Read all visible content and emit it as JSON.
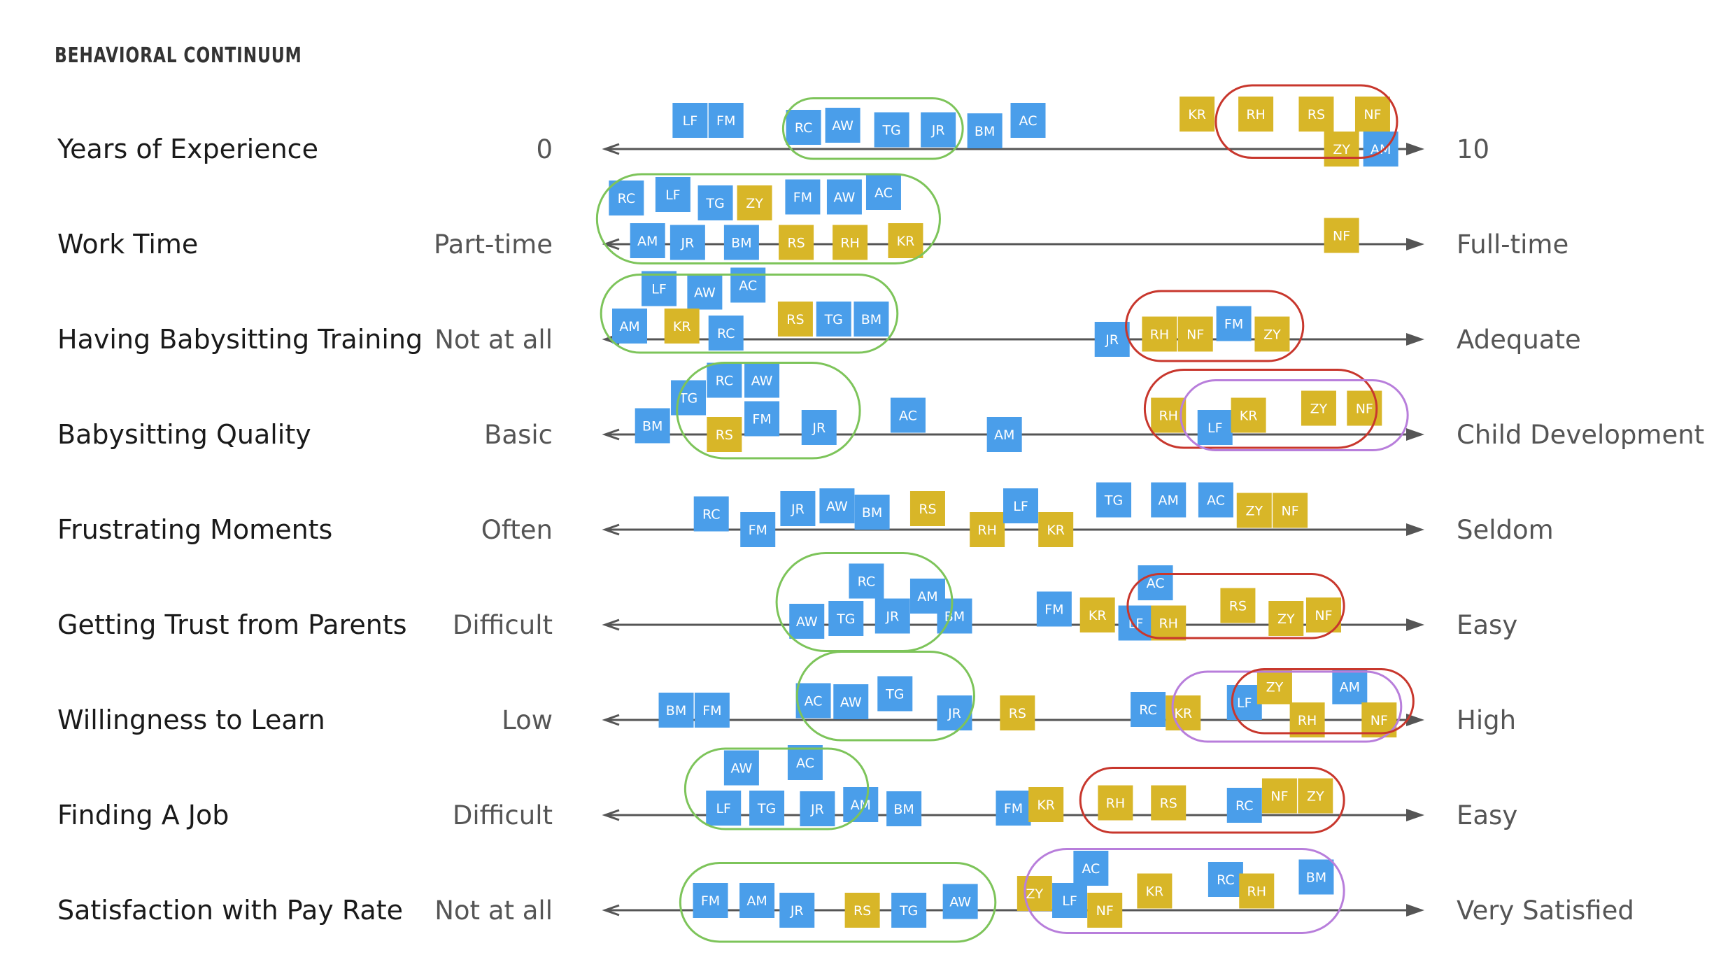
{
  "title": "BEHAVIORAL CONTINUUM",
  "colors": {
    "blue": "#4A9EEA",
    "yellow": "#D8B628",
    "green": "#7DC45A",
    "red": "#C8372D",
    "purple": "#B87EDB",
    "axis": "#555555"
  },
  "rows": [
    {
      "label": "Years of Experience",
      "left": "0",
      "right": "10",
      "tokens": [
        [
          "LF",
          0.104,
          -0.82,
          "b"
        ],
        [
          "FM",
          0.148,
          -0.82,
          "b"
        ],
        [
          "RC",
          0.243,
          -0.62,
          "b"
        ],
        [
          "AW",
          0.291,
          -0.68,
          "b"
        ],
        [
          "TG",
          0.351,
          -0.55,
          "b"
        ],
        [
          "JR",
          0.408,
          -0.55,
          "b"
        ],
        [
          "BM",
          0.465,
          -0.52,
          "b"
        ],
        [
          "AC",
          0.518,
          -0.82,
          "b"
        ],
        [
          "KR",
          0.725,
          -1.0,
          "y"
        ],
        [
          "RH",
          0.797,
          -1.0,
          "y"
        ],
        [
          "RS",
          0.871,
          -1.0,
          "y"
        ],
        [
          "NF",
          0.94,
          -1.0,
          "y"
        ],
        [
          "ZY",
          0.902,
          0.0,
          "y"
        ],
        [
          "AM",
          0.95,
          0.0,
          "b"
        ]
      ],
      "groups": [
        [
          0.218,
          0.438,
          -1.45,
          0.28,
          "g"
        ],
        [
          0.748,
          0.97,
          -1.82,
          0.25,
          "r"
        ]
      ]
    },
    {
      "label": "Work Time",
      "left": "Part-time",
      "right": "Full-time",
      "tokens": [
        [
          "RC",
          0.026,
          -1.32,
          "b"
        ],
        [
          "LF",
          0.083,
          -1.42,
          "b"
        ],
        [
          "TG",
          0.135,
          -1.18,
          "b"
        ],
        [
          "ZY",
          0.183,
          -1.18,
          "y"
        ],
        [
          "FM",
          0.242,
          -1.35,
          "b"
        ],
        [
          "AW",
          0.293,
          -1.35,
          "b"
        ],
        [
          "AC",
          0.341,
          -1.48,
          "b"
        ],
        [
          "AM",
          0.052,
          -0.1,
          "b"
        ],
        [
          "JR",
          0.101,
          -0.05,
          "b"
        ],
        [
          "BM",
          0.167,
          -0.05,
          "b"
        ],
        [
          "RS",
          0.234,
          -0.05,
          "y"
        ],
        [
          "RH",
          0.3,
          -0.05,
          "y"
        ],
        [
          "KR",
          0.368,
          -0.1,
          "y"
        ],
        [
          "NF",
          0.902,
          -0.25,
          "y"
        ]
      ],
      "groups": [
        [
          -0.01,
          0.41,
          -2.0,
          0.55,
          "g"
        ]
      ]
    },
    {
      "label": "Having Babysitting Training",
      "left": "Not at all",
      "right": "Adequate",
      "tokens": [
        [
          "LF",
          0.066,
          -1.45,
          "b"
        ],
        [
          "AW",
          0.122,
          -1.35,
          "b"
        ],
        [
          "AC",
          0.175,
          -1.55,
          "b"
        ],
        [
          "AM",
          0.03,
          -0.38,
          "b"
        ],
        [
          "KR",
          0.094,
          -0.38,
          "y"
        ],
        [
          "RC",
          0.148,
          -0.18,
          "b"
        ],
        [
          "RS",
          0.233,
          -0.58,
          "y"
        ],
        [
          "TG",
          0.28,
          -0.58,
          "b"
        ],
        [
          "BM",
          0.326,
          -0.58,
          "b"
        ],
        [
          "JR",
          0.621,
          0.0,
          "b"
        ],
        [
          "RH",
          0.679,
          -0.15,
          "y"
        ],
        [
          "NF",
          0.723,
          -0.15,
          "y"
        ],
        [
          "FM",
          0.77,
          -0.45,
          "b"
        ],
        [
          "ZY",
          0.817,
          -0.15,
          "y"
        ]
      ],
      "groups": [
        [
          -0.005,
          0.358,
          -1.85,
          0.38,
          "g"
        ],
        [
          0.638,
          0.855,
          -1.38,
          0.62,
          "r"
        ]
      ]
    },
    {
      "label": "Babysitting Quality",
      "left": "Basic",
      "right": "Child Development",
      "tokens": [
        [
          "BM",
          0.058,
          -0.25,
          "b"
        ],
        [
          "TG",
          0.102,
          -1.05,
          "b"
        ],
        [
          "RC",
          0.146,
          -1.55,
          "b"
        ],
        [
          "AW",
          0.192,
          -1.55,
          "b"
        ],
        [
          "RS",
          0.146,
          0.0,
          "y"
        ],
        [
          "FM",
          0.192,
          -0.45,
          "b"
        ],
        [
          "JR",
          0.262,
          -0.2,
          "b"
        ],
        [
          "AC",
          0.371,
          -0.55,
          "b"
        ],
        [
          "AM",
          0.489,
          0.0,
          "b"
        ],
        [
          "RH",
          0.69,
          -0.55,
          "y"
        ],
        [
          "LF",
          0.747,
          -0.2,
          "b"
        ],
        [
          "KR",
          0.788,
          -0.55,
          "y"
        ],
        [
          "ZY",
          0.874,
          -0.75,
          "y"
        ],
        [
          "NF",
          0.93,
          -0.75,
          "y"
        ]
      ],
      "groups": [
        [
          0.088,
          0.312,
          -2.05,
          0.68,
          "g"
        ],
        [
          0.661,
          0.945,
          -1.85,
          0.38,
          "r"
        ],
        [
          0.705,
          0.983,
          -1.55,
          0.45,
          "p"
        ]
      ]
    },
    {
      "label": "Frustrating Moments",
      "left": "Often",
      "right": "Seldom",
      "tokens": [
        [
          "RC",
          0.13,
          -0.45,
          "b"
        ],
        [
          "FM",
          0.187,
          0.0,
          "b"
        ],
        [
          "JR",
          0.236,
          -0.6,
          "b"
        ],
        [
          "AW",
          0.284,
          -0.68,
          "b"
        ],
        [
          "BM",
          0.327,
          -0.5,
          "b"
        ],
        [
          "RS",
          0.395,
          -0.6,
          "y"
        ],
        [
          "RH",
          0.468,
          0.0,
          "y"
        ],
        [
          "LF",
          0.509,
          -0.68,
          "b"
        ],
        [
          "KR",
          0.552,
          0.0,
          "y"
        ],
        [
          "TG",
          0.623,
          -0.85,
          "b"
        ],
        [
          "AM",
          0.69,
          -0.85,
          "b"
        ],
        [
          "AC",
          0.748,
          -0.85,
          "b"
        ],
        [
          "ZY",
          0.795,
          -0.55,
          "y"
        ],
        [
          "NF",
          0.839,
          -0.55,
          "y"
        ]
      ],
      "groups": []
    },
    {
      "label": "Getting Trust from Parents",
      "left": "Difficult",
      "right": "Easy",
      "tokens": [
        [
          "AW",
          0.247,
          -0.1,
          "b"
        ],
        [
          "TG",
          0.295,
          -0.18,
          "b"
        ],
        [
          "RC",
          0.32,
          -1.25,
          "b"
        ],
        [
          "JR",
          0.352,
          -0.25,
          "b"
        ],
        [
          "AM",
          0.395,
          -0.82,
          "b"
        ],
        [
          "BM",
          0.428,
          -0.25,
          "b"
        ],
        [
          "FM",
          0.55,
          -0.45,
          "b"
        ],
        [
          "KR",
          0.603,
          -0.28,
          "y"
        ],
        [
          "AC",
          0.674,
          -1.2,
          "b"
        ],
        [
          "LF",
          0.65,
          -0.05,
          "b"
        ],
        [
          "RH",
          0.69,
          -0.05,
          "y"
        ],
        [
          "RS",
          0.775,
          -0.55,
          "y"
        ],
        [
          "ZY",
          0.834,
          -0.18,
          "y"
        ],
        [
          "NF",
          0.88,
          -0.28,
          "y"
        ]
      ],
      "groups": [
        [
          0.21,
          0.425,
          -2.05,
          0.75,
          "g"
        ],
        [
          0.64,
          0.905,
          -1.45,
          0.38,
          "r"
        ]
      ]
    },
    {
      "label": "Willingness to Learn",
      "left": "Low",
      "right": "High",
      "tokens": [
        [
          "BM",
          0.087,
          -0.28,
          "b"
        ],
        [
          "FM",
          0.131,
          -0.28,
          "b"
        ],
        [
          "AC",
          0.255,
          -0.55,
          "b"
        ],
        [
          "AW",
          0.301,
          -0.52,
          "b"
        ],
        [
          "TG",
          0.355,
          -0.75,
          "b"
        ],
        [
          "JR",
          0.428,
          -0.2,
          "b"
        ],
        [
          "RS",
          0.505,
          -0.2,
          "y"
        ],
        [
          "RC",
          0.665,
          -0.3,
          "b"
        ],
        [
          "KR",
          0.708,
          -0.2,
          "y"
        ],
        [
          "LF",
          0.783,
          -0.5,
          "b"
        ],
        [
          "ZY",
          0.82,
          -0.95,
          "y"
        ],
        [
          "RH",
          0.86,
          0.0,
          "y"
        ],
        [
          "AM",
          0.912,
          -0.95,
          "b"
        ],
        [
          "NF",
          0.948,
          0.0,
          "y"
        ]
      ],
      "groups": [
        [
          0.235,
          0.452,
          -1.95,
          0.58,
          "g"
        ],
        [
          0.695,
          0.975,
          -1.38,
          0.62,
          "p"
        ],
        [
          0.768,
          0.99,
          -1.45,
          0.38,
          "r"
        ]
      ]
    },
    {
      "label": "Finding A Job",
      "left": "Difficult",
      "right": "Easy",
      "tokens": [
        [
          "AW",
          0.167,
          -1.35,
          "b"
        ],
        [
          "AC",
          0.245,
          -1.5,
          "b"
        ],
        [
          "LF",
          0.145,
          -0.2,
          "b"
        ],
        [
          "TG",
          0.198,
          -0.2,
          "b"
        ],
        [
          "JR",
          0.26,
          -0.18,
          "b"
        ],
        [
          "AM",
          0.313,
          -0.3,
          "b"
        ],
        [
          "BM",
          0.366,
          -0.18,
          "b"
        ],
        [
          "FM",
          0.5,
          -0.2,
          "b"
        ],
        [
          "KR",
          0.54,
          -0.3,
          "y"
        ],
        [
          "RH",
          0.625,
          -0.35,
          "y"
        ],
        [
          "RS",
          0.69,
          -0.35,
          "y"
        ],
        [
          "RC",
          0.783,
          -0.28,
          "b"
        ],
        [
          "NF",
          0.826,
          -0.55,
          "y"
        ],
        [
          "ZY",
          0.87,
          -0.55,
          "y"
        ]
      ],
      "groups": [
        [
          0.098,
          0.322,
          -1.9,
          0.4,
          "g"
        ],
        [
          0.582,
          0.905,
          -1.35,
          0.5,
          "r"
        ]
      ]
    },
    {
      "label": "Satisfaction with Pay Rate",
      "left": "Not at all",
      "right": "Very Satisfied",
      "tokens": [
        [
          "FM",
          0.129,
          -0.28,
          "b"
        ],
        [
          "AM",
          0.186,
          -0.28,
          "b"
        ],
        [
          "JR",
          0.235,
          0.0,
          "b"
        ],
        [
          "RS",
          0.315,
          0.0,
          "y"
        ],
        [
          "TG",
          0.372,
          0.0,
          "b"
        ],
        [
          "AW",
          0.435,
          -0.25,
          "b"
        ],
        [
          "ZY",
          0.526,
          -0.48,
          "y"
        ],
        [
          "AC",
          0.595,
          -1.2,
          "b"
        ],
        [
          "LF",
          0.569,
          -0.28,
          "b"
        ],
        [
          "NF",
          0.612,
          0.0,
          "y"
        ],
        [
          "KR",
          0.673,
          -0.55,
          "y"
        ],
        [
          "RC",
          0.76,
          -0.88,
          "b"
        ],
        [
          "RH",
          0.798,
          -0.55,
          "y"
        ],
        [
          "BM",
          0.871,
          -0.95,
          "b"
        ]
      ],
      "groups": [
        [
          0.092,
          0.478,
          -1.35,
          0.9,
          "g"
        ],
        [
          0.514,
          0.905,
          -1.75,
          0.65,
          "p"
        ]
      ]
    }
  ]
}
